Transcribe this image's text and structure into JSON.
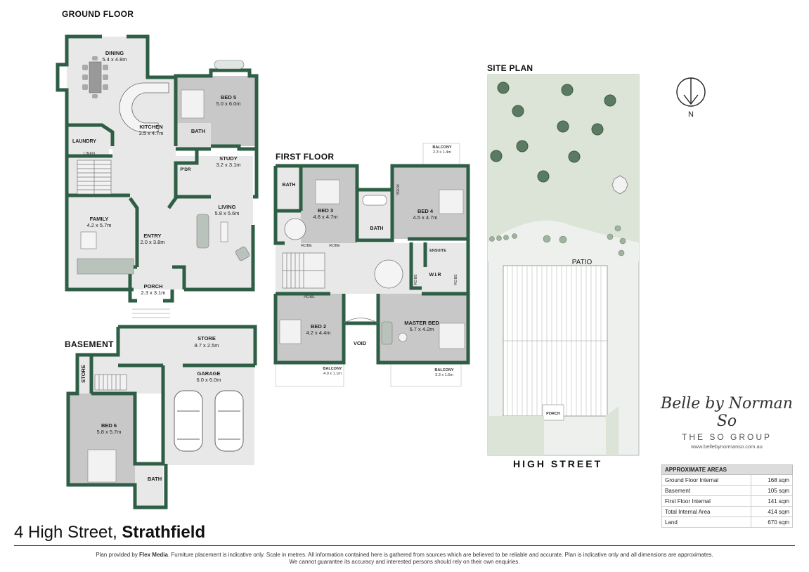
{
  "sections": {
    "ground": "GROUND FLOOR",
    "basement": "BASEMENT",
    "first": "FIRST FLOOR",
    "site": "SITE PLAN"
  },
  "ground_rooms": {
    "dining": {
      "name": "DINING",
      "dim": "5.4 x 4.8m"
    },
    "kitchen": {
      "name": "KITCHEN",
      "dim": "3.5 x 4.7m"
    },
    "bed5": {
      "name": "BED 5",
      "dim": "5.0 x 6.0m"
    },
    "bath": "BATH",
    "laundry": "LAUNDRY",
    "linen": "LINEN",
    "study": {
      "name": "STUDY",
      "dim": "3.2 x 3.1m"
    },
    "pdr": "P'DR",
    "family": {
      "name": "FAMILY",
      "dim": "4.2 x 5.7m"
    },
    "entry": {
      "name": "ENTRY",
      "dim": "2.0 x 3.8m"
    },
    "living": {
      "name": "LIVING",
      "dim": "5.8 x 5.6m"
    },
    "porch": {
      "name": "PORCH",
      "dim": "2.3 x 3.1m"
    }
  },
  "basement_rooms": {
    "store": {
      "name": "STORE",
      "dim": "8.7 x 2.5m"
    },
    "store_small": "STORE",
    "garage": {
      "name": "GARAGE",
      "dim": "6.0 x 6.0m"
    },
    "bed6": {
      "name": "BED 6",
      "dim": "5.8 x 5.7m"
    },
    "bath": "BATH"
  },
  "first_rooms": {
    "bath_left": "BATH",
    "bed3": {
      "name": "BED 3",
      "dim": "4.8 x 4.7m"
    },
    "bath_mid": "BATH",
    "robe_l": "ROBE",
    "robe_r": "ROBE",
    "robe_b4": "ROBE",
    "robe_b2": "ROBE",
    "robe_w1": "ROBE",
    "robe_w2": "ROBE",
    "balcony_top": {
      "name": "BALCONY",
      "dim": "2.3 x 1.4m"
    },
    "bed4": {
      "name": "BED 4",
      "dim": "4.5 x 4.7m"
    },
    "ensuite": "ENSUITE",
    "wir": "W.I.R",
    "bed2": {
      "name": "BED 2",
      "dim": "4.2 x 4.4m"
    },
    "void": "VOID",
    "master": {
      "name": "MASTER BED",
      "dim": "5.7 x 4.2m"
    },
    "balcony_l": {
      "name": "BALCONY",
      "dim": "4.0 x 1.1m"
    },
    "balcony_r": {
      "name": "BALCONY",
      "dim": "3.3 x 1.5m"
    }
  },
  "site": {
    "patio": "PATIO",
    "porch": "PORCH",
    "north": "N",
    "street": "HIGH STREET"
  },
  "brand": {
    "script": "Belle by Norman So",
    "group": "THE SO GROUP",
    "website": "www.bellebynormanso.com.au"
  },
  "areas": {
    "header": "APPROXIMATE AREAS",
    "rows": [
      {
        "label": "Ground Floor Internal",
        "value": "168 sqm"
      },
      {
        "label": "Basement",
        "value": "105 sqm"
      },
      {
        "label": "First Floor Internal",
        "value": "141 sqm"
      },
      {
        "label": "Total Internal Area",
        "value": "414 sqm"
      },
      {
        "label": "Land",
        "value": "670 sqm"
      }
    ]
  },
  "address": {
    "street": "4 High Street,",
    "suburb": "Strathfield"
  },
  "footer": {
    "pre": "Plan provided by",
    "company": "Flex Media",
    "line1_rest": ". Furniture placement is indicative only. Scale in metres. All information contained here is gathered from sources which are believed to be reliable and accurate. Plan is indicative only and all dimensions are approximates.",
    "line2": "We cannot guarantee its accuracy and interested persons should rely on their own enquiries."
  },
  "colors": {
    "wall": "#2e5e45",
    "floor": "#e8e8e8",
    "bedroom": "#c8c8c8",
    "lawn": "#dbe4d6",
    "tree": "#5a7a62"
  }
}
